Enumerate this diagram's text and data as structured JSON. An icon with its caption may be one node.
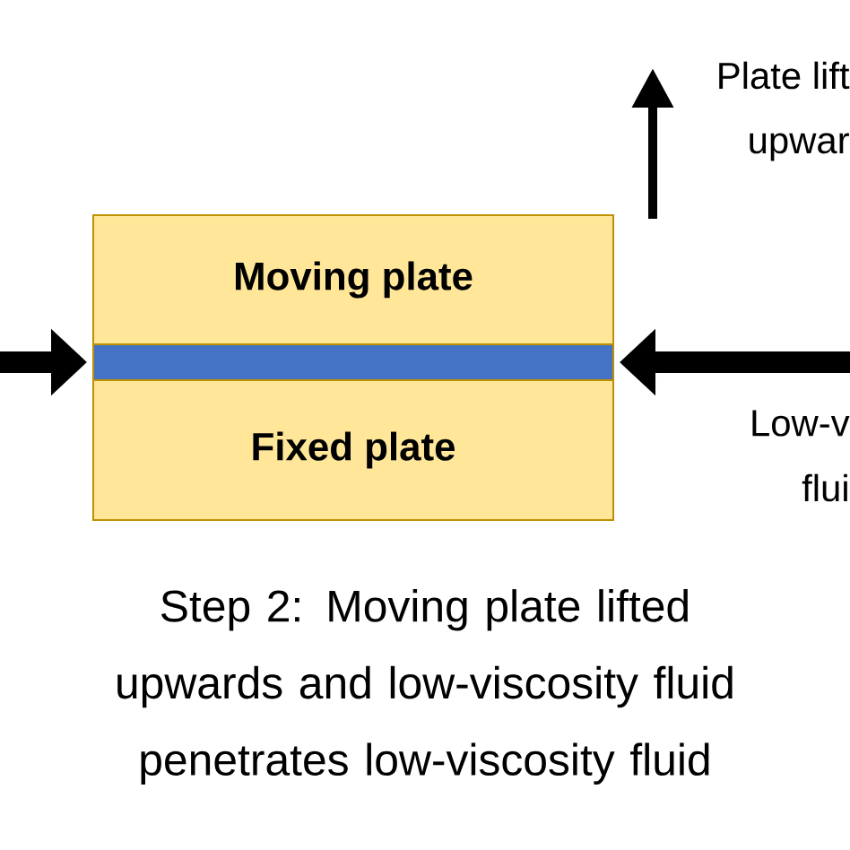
{
  "diagram": {
    "caption": "Step 2: Moving plate lifted upwards and low-viscosity fluid penetrates low-viscosity fluid",
    "nodes": [
      {
        "text": [
          "Moving plate"
        ]
      },
      {
        "text": [],
        "shape": "bar"
      },
      {
        "text": [
          "Fixed plate"
        ]
      }
    ],
    "edges": [
      {
        "from": null,
        "to": 1,
        "arrow": "to"
      },
      {
        "from": null,
        "to": 1,
        "arrow": "to"
      }
    ],
    "labels": [
      "Plate lift",
      "upwar",
      "Low-v",
      "flui"
    ]
  }
}
